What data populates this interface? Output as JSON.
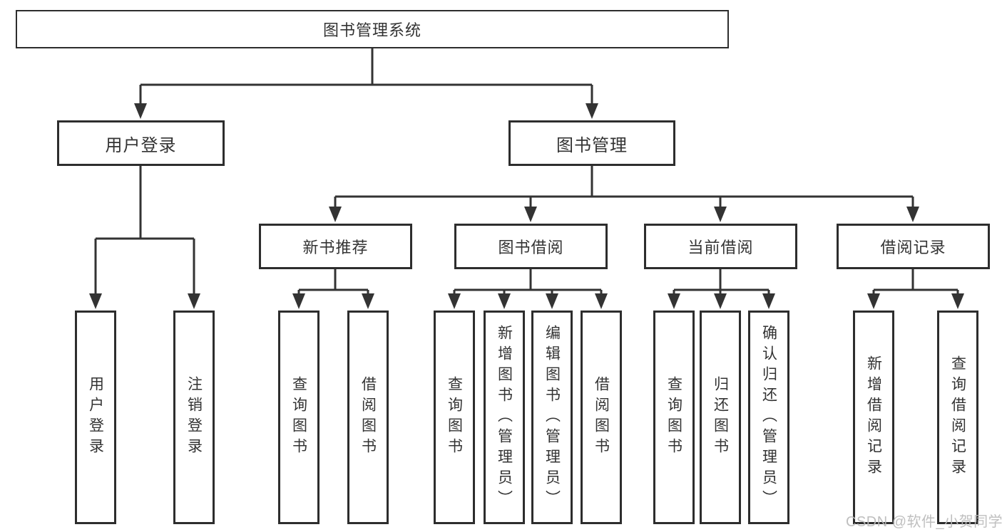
{
  "diagram": {
    "title": "图书管理系统",
    "watermark": "CSDN @软件_小贺同学",
    "colors": {
      "line": "#333333",
      "box_border": "#2d2d2d",
      "text": "#333333",
      "watermark": "#bababa",
      "background": "#ffffff"
    },
    "nodes": {
      "root": "图书管理系统",
      "user_login": "用户登录",
      "book_management": "图书管理",
      "new_book_recommend": "新书推荐",
      "book_borrowing": "图书借阅",
      "current_borrowing": "当前借阅",
      "borrowing_records": "借阅记录",
      "user_login_leaf": "用户登录",
      "logout_leaf": "注销登录",
      "nbr_query_books": "查询图书",
      "nbr_borrow_books": "借阅图书",
      "bb_query_books": "查询图书",
      "bb_add_books": "新增图书（管理员）",
      "bb_edit_books": "编辑图书（管理员）",
      "bb_borrow_books": "借阅图书",
      "cb_query_books": "查询图书",
      "cb_return_books": "归还图书",
      "cb_confirm_return": "确认归还（管理员）",
      "br_add_record": "新增借阅记录",
      "br_query_record": "查询借阅记录"
    }
  }
}
